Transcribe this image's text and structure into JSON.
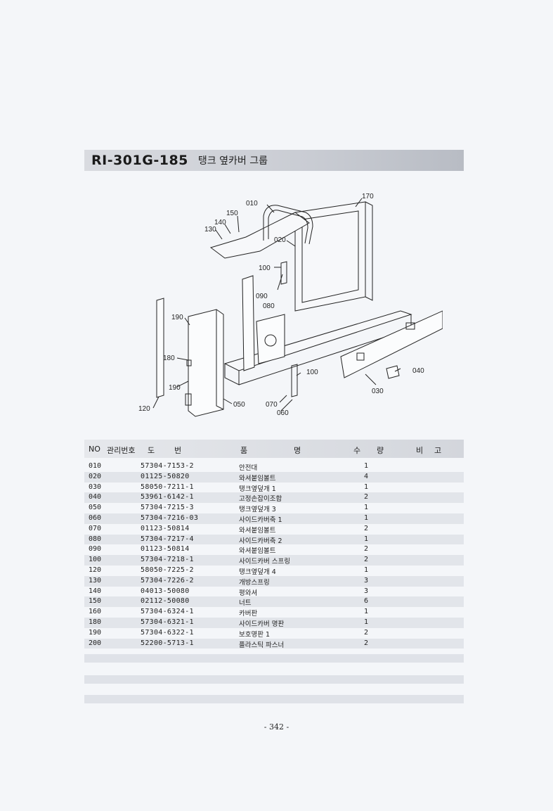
{
  "header": {
    "code": "RI-301G-185",
    "name": "탱크 옆카버 그룹"
  },
  "diagram": {
    "callouts": [
      "010",
      "150",
      "140",
      "130",
      "170",
      "020",
      "100",
      "090",
      "080",
      "190",
      "180",
      "190",
      "120",
      "100",
      "040",
      "030",
      "070",
      "060",
      "050"
    ]
  },
  "table": {
    "headers": {
      "no": "NO",
      "mgmt": "관리번호",
      "drawing_1": "도",
      "drawing_2": "번",
      "item_1": "품",
      "item_2": "명",
      "qty_1": "수",
      "qty_2": "량",
      "remark_1": "비",
      "remark_2": "고"
    },
    "rows": [
      {
        "no": "010",
        "part": "57304-7153-2",
        "name": "안전대",
        "qty": "1"
      },
      {
        "no": "020",
        "part": "01125-50820",
        "name": "와셔붙임볼트",
        "qty": "4"
      },
      {
        "no": "030",
        "part": "58050-7211-1",
        "name": "탱크옆덮개 1",
        "qty": "1"
      },
      {
        "no": "040",
        "part": "53961-6142-1",
        "name": "고정손잡이조합",
        "qty": "2"
      },
      {
        "no": "050",
        "part": "57304-7215-3",
        "name": "탱크옆덮개 3",
        "qty": "1"
      },
      {
        "no": "060",
        "part": "57304-7216-03",
        "name": "사이드카버축 1",
        "qty": "1"
      },
      {
        "no": "070",
        "part": "01123-50814",
        "name": "와셔붙임볼트",
        "qty": "2"
      },
      {
        "no": "080",
        "part": "57304-7217-4",
        "name": "사이드카버축 2",
        "qty": "1"
      },
      {
        "no": "090",
        "part": "01123-50814",
        "name": "와셔붙임볼트",
        "qty": "2"
      },
      {
        "no": "100",
        "part": "57304-7218-1",
        "name": "사이드카버 스프링",
        "qty": "2"
      },
      {
        "no": "120",
        "part": "58050-7225-2",
        "name": "탱크옆덮개 4",
        "qty": "1"
      },
      {
        "no": "130",
        "part": "57304-7226-2",
        "name": "개방스프링",
        "qty": "3"
      },
      {
        "no": "140",
        "part": "04013-50080",
        "name": "평와셔",
        "qty": "3"
      },
      {
        "no": "150",
        "part": "02112-50080",
        "name": "너트",
        "qty": "6"
      },
      {
        "no": "160",
        "part": "57304-6324-1",
        "name": "카버판",
        "qty": "1"
      },
      {
        "no": "180",
        "part": "57304-6321-1",
        "name": "사이드카버 명판",
        "qty": "1"
      },
      {
        "no": "190",
        "part": "57304-6322-1",
        "name": "보호명판 1",
        "qty": "2"
      },
      {
        "no": "200",
        "part": "52200-5713-1",
        "name": "플라스틱 파스너",
        "qty": "2"
      }
    ]
  },
  "footer": {
    "page": "- 342 -"
  }
}
